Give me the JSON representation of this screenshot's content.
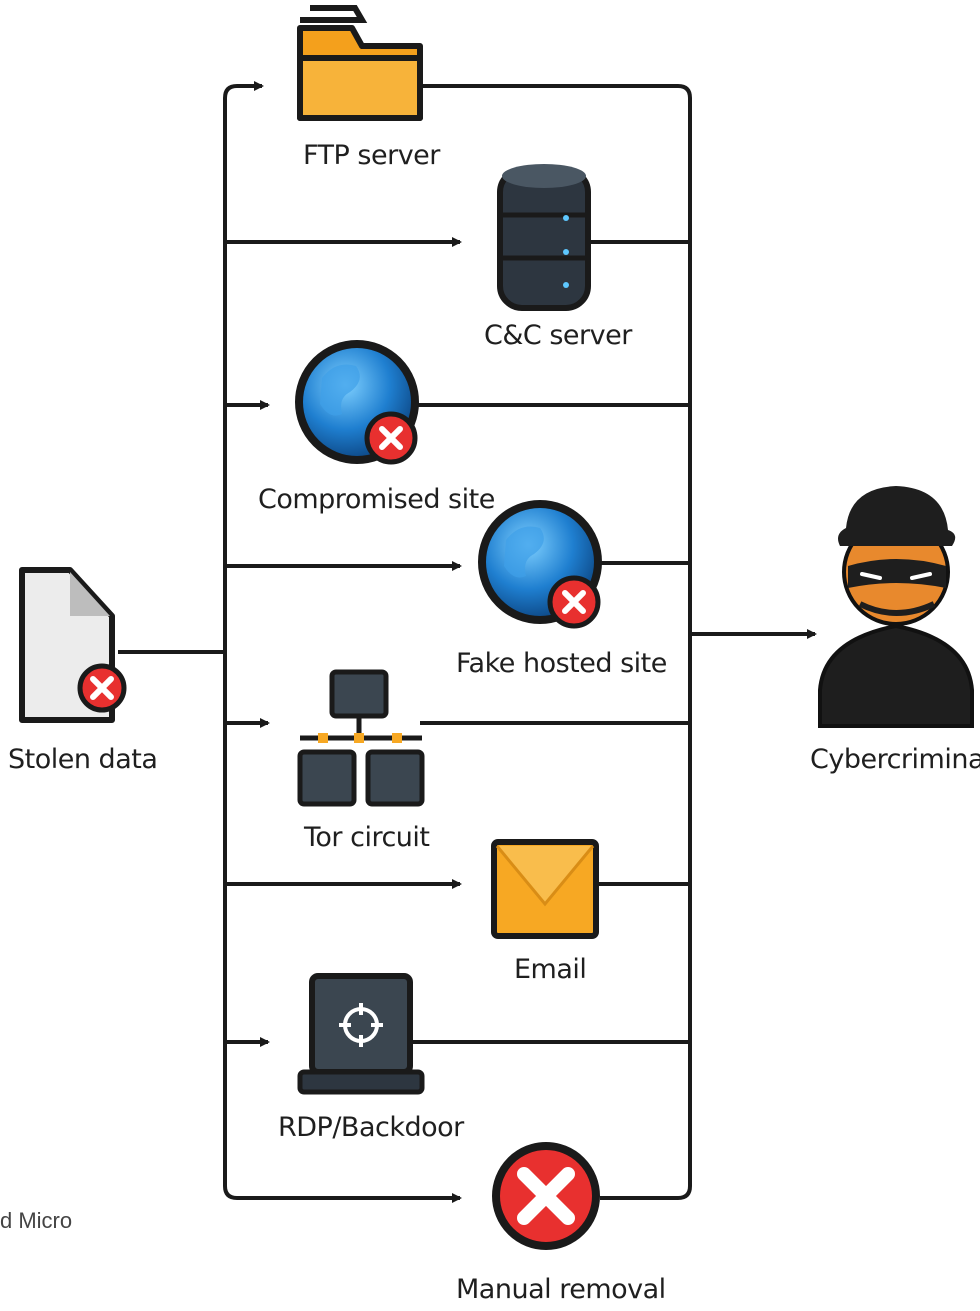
{
  "diagram": {
    "source": {
      "label": "Stolen data",
      "icon": "document-x-icon"
    },
    "target": {
      "label": "Cybercriminals",
      "icon": "masked-thief-icon"
    },
    "channels": [
      {
        "label": "FTP server",
        "icon": "folder-icon"
      },
      {
        "label": "C&C server",
        "icon": "database-server-icon"
      },
      {
        "label": "Compromised site",
        "icon": "globe-x-icon"
      },
      {
        "label": "Fake hosted site",
        "icon": "globe-x-icon"
      },
      {
        "label": "Tor circuit",
        "icon": "network-nodes-icon"
      },
      {
        "label": "Email",
        "icon": "envelope-icon"
      },
      {
        "label": "RDP/Backdoor",
        "icon": "laptop-crosshair-icon"
      },
      {
        "label": "Manual removal",
        "icon": "red-x-circle-icon"
      }
    ]
  },
  "footer": {
    "credit": "d Micro"
  },
  "colors": {
    "line": "#1a1a1a",
    "folder": "#f7a823",
    "envelope": "#f7a823",
    "server": "#3b4650",
    "globe": "#1f7fd0",
    "alert": "#e8302f",
    "skin": "#e8892d"
  }
}
